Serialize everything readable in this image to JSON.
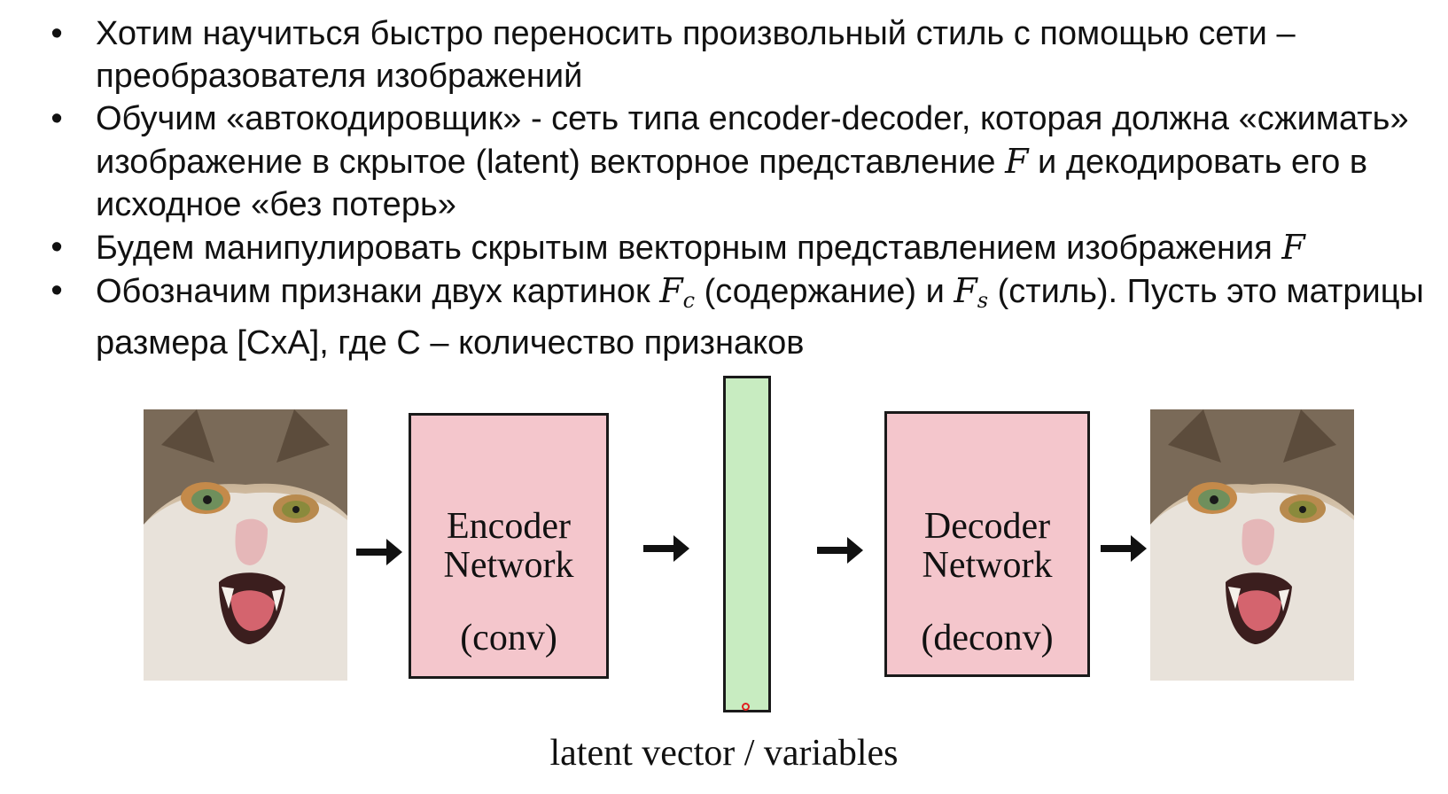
{
  "bullets": [
    {
      "dot": "•",
      "text": "Хотим научиться быстро переносить произвольный стиль с помощью сети – преобразователя изображений"
    },
    {
      "dot": "•",
      "text": "Обучим «автокодировщик» - сеть типа encoder-decoder, которая должна «сжимать» изображение в скрытое (latent) векторное представление",
      "math": "F",
      "tail": " и декодировать его в исходное «без потерь»"
    },
    {
      "dot": "•",
      "text": "Будем манипулировать скрытым векторным представлением изображения",
      "math": "F"
    },
    {
      "dot": "•",
      "pre": "Обозначим признаки двух картинок ",
      "m1": "F",
      "m1sub": "c",
      "mid": " (содержание) и ",
      "m2": "F",
      "m2sub": "s",
      "post": " (стиль). Пусть это матрицы размера [CxA], где C – количество признаков"
    }
  ],
  "diagram": {
    "encoder_line1": "Encoder",
    "encoder_line2": "Network",
    "encoder_line3": "(conv)",
    "decoder_line1": "Decoder",
    "decoder_line2": "Network",
    "decoder_line3": "(deconv)",
    "caption": "latent vector / variables",
    "box_color": "#f4c6cc",
    "latent_color": "#c8ecc1",
    "input_image": "cat-photo",
    "output_image": "cat-photo"
  }
}
